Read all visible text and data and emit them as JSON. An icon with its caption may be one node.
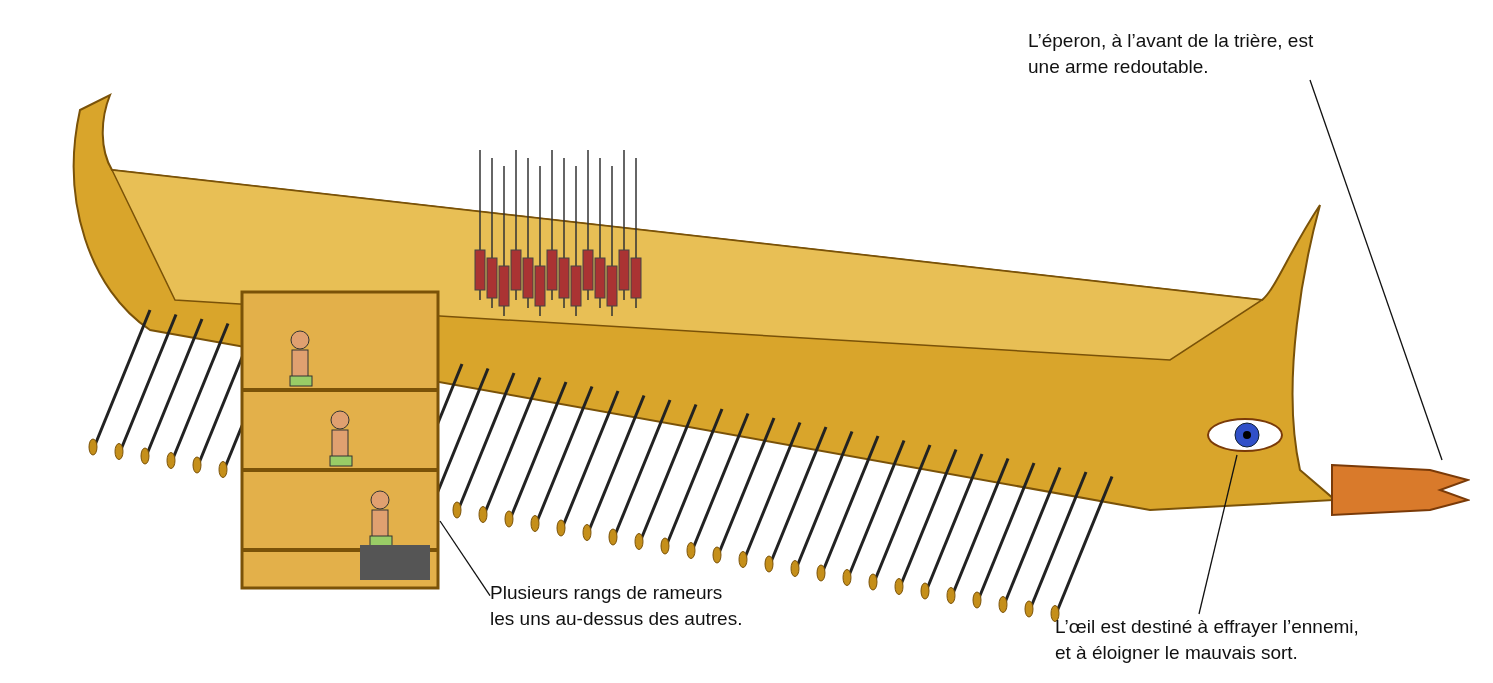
{
  "diagram": {
    "nodes": [
      {
        "text": [
          "L’éperon, à l’avant de la trière, est une arme redoutable."
        ]
      },
      {
        "text": [],
        "shape": "picture"
      },
      {
        "text": [
          "Plusieurs rangs de rameurs les uns au-dessus des autres."
        ]
      },
      {
        "text": [],
        "shape": "picture"
      },
      {
        "text": [
          "L’œil est destiné à effrayer l’ennemi, et à éloigner le mauvais sort."
        ]
      },
      {
        "text": [],
        "shape": "picture"
      }
    ],
    "edges": [
      {
        "from": 0,
        "to": 1,
        "arrow": "none"
      },
      {
        "from": 2,
        "to": 3,
        "arrow": "none"
      },
      {
        "from": 4,
        "to": 5,
        "arrow": "none"
      }
    ]
  }
}
